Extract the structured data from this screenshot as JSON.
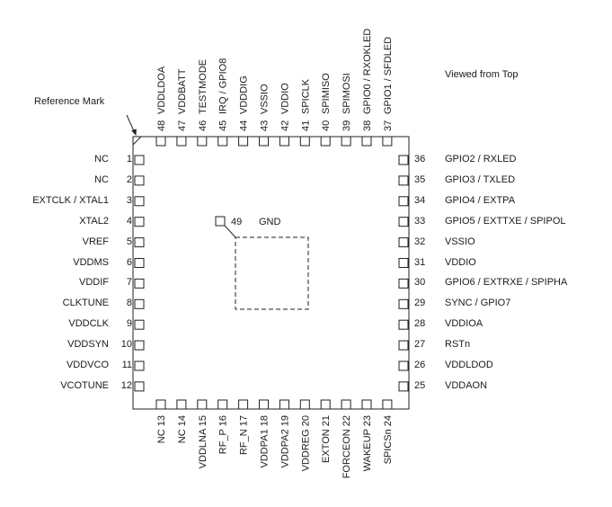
{
  "header": {
    "view_note": "Viewed from Top",
    "reference_mark": "Reference Mark"
  },
  "center_pad": {
    "number": "49",
    "name": "GND"
  },
  "pins": {
    "left": [
      {
        "number": "1",
        "name": "NC"
      },
      {
        "number": "2",
        "name": "NC"
      },
      {
        "number": "3",
        "name": "EXTCLK / XTAL1"
      },
      {
        "number": "4",
        "name": "XTAL2"
      },
      {
        "number": "5",
        "name": "VREF"
      },
      {
        "number": "6",
        "name": "VDDMS"
      },
      {
        "number": "7",
        "name": "VDDIF"
      },
      {
        "number": "8",
        "name": "CLKTUNE"
      },
      {
        "number": "9",
        "name": "VDDCLK"
      },
      {
        "number": "10",
        "name": "VDDSYN"
      },
      {
        "number": "11",
        "name": "VDDVCO"
      },
      {
        "number": "12",
        "name": "VCOTUNE"
      }
    ],
    "bottom": [
      {
        "number": "13",
        "name": "NC"
      },
      {
        "number": "14",
        "name": "NC"
      },
      {
        "number": "15",
        "name": "VDDLNA"
      },
      {
        "number": "16",
        "name": "RF_P"
      },
      {
        "number": "17",
        "name": "RF_N"
      },
      {
        "number": "18",
        "name": "VDDPA1"
      },
      {
        "number": "19",
        "name": "VDDPA2"
      },
      {
        "number": "20",
        "name": "VDDREG"
      },
      {
        "number": "21",
        "name": "EXTON"
      },
      {
        "number": "22",
        "name": "FORCEON"
      },
      {
        "number": "23",
        "name": "WAKEUP"
      },
      {
        "number": "24",
        "name": "SPICSn"
      }
    ],
    "right": [
      {
        "number": "25",
        "name": "VDDAON"
      },
      {
        "number": "26",
        "name": "VDDLDOD"
      },
      {
        "number": "27",
        "name": "RSTn"
      },
      {
        "number": "28",
        "name": "VDDIOA"
      },
      {
        "number": "29",
        "name": "SYNC / GPIO7"
      },
      {
        "number": "30",
        "name": "GPIO6 / EXTRXE / SPIPHA"
      },
      {
        "number": "31",
        "name": "VDDIO"
      },
      {
        "number": "32",
        "name": "VSSIO"
      },
      {
        "number": "33",
        "name": "GPIO5 / EXTTXE / SPIPOL"
      },
      {
        "number": "34",
        "name": "GPIO4 / EXTPA"
      },
      {
        "number": "35",
        "name": "GPIO3 / TXLED"
      },
      {
        "number": "36",
        "name": "GPIO2 / RXLED"
      }
    ],
    "top": [
      {
        "number": "37",
        "name": "GPIO1 / SFDLED"
      },
      {
        "number": "38",
        "name": "GPIO0 / RXOKLED"
      },
      {
        "number": "39",
        "name": "SPIMOSI"
      },
      {
        "number": "40",
        "name": "SPIMISO"
      },
      {
        "number": "41",
        "name": "SPICLK"
      },
      {
        "number": "42",
        "name": "VDDIO"
      },
      {
        "number": "43",
        "name": "VSSIO"
      },
      {
        "number": "44",
        "name": "VDDDIG"
      },
      {
        "number": "45",
        "name": "IRQ / GPIO8"
      },
      {
        "number": "46",
        "name": "TESTMODE"
      },
      {
        "number": "47",
        "name": "VDDBATT"
      },
      {
        "number": "48",
        "name": "VDDLDOA"
      }
    ]
  }
}
